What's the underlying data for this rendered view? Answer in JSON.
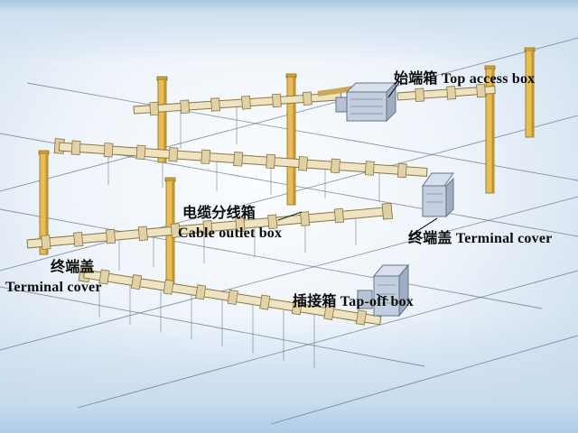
{
  "diagram": {
    "title": "Busway / busduct system isometric diagram",
    "labels": {
      "top_access_box": "始端箱 Top access box",
      "cable_outlet_box_zh": "电缆分线箱",
      "cable_outlet_box_en": "Cable outlet box",
      "terminal_cover_right": "终端盖 Terminal cover",
      "terminal_cover_left_zh": "终端盖",
      "terminal_cover_left_en": "Terminal cover",
      "tap_off_box": "插接箱 Tap-off box"
    },
    "colors": {
      "background_sky": "#c5d8eb",
      "background_center": "#fbfdfe",
      "column_yellow": "#e9bd55",
      "column_edge": "#8a6a14",
      "rail_fill": "#efe4c2",
      "rail_stroke": "#8a7440",
      "box_fill": "#c3cfdf",
      "box_stroke": "#64748c",
      "grid_line": "#55657a",
      "label_text": "#0a0a0a"
    }
  }
}
